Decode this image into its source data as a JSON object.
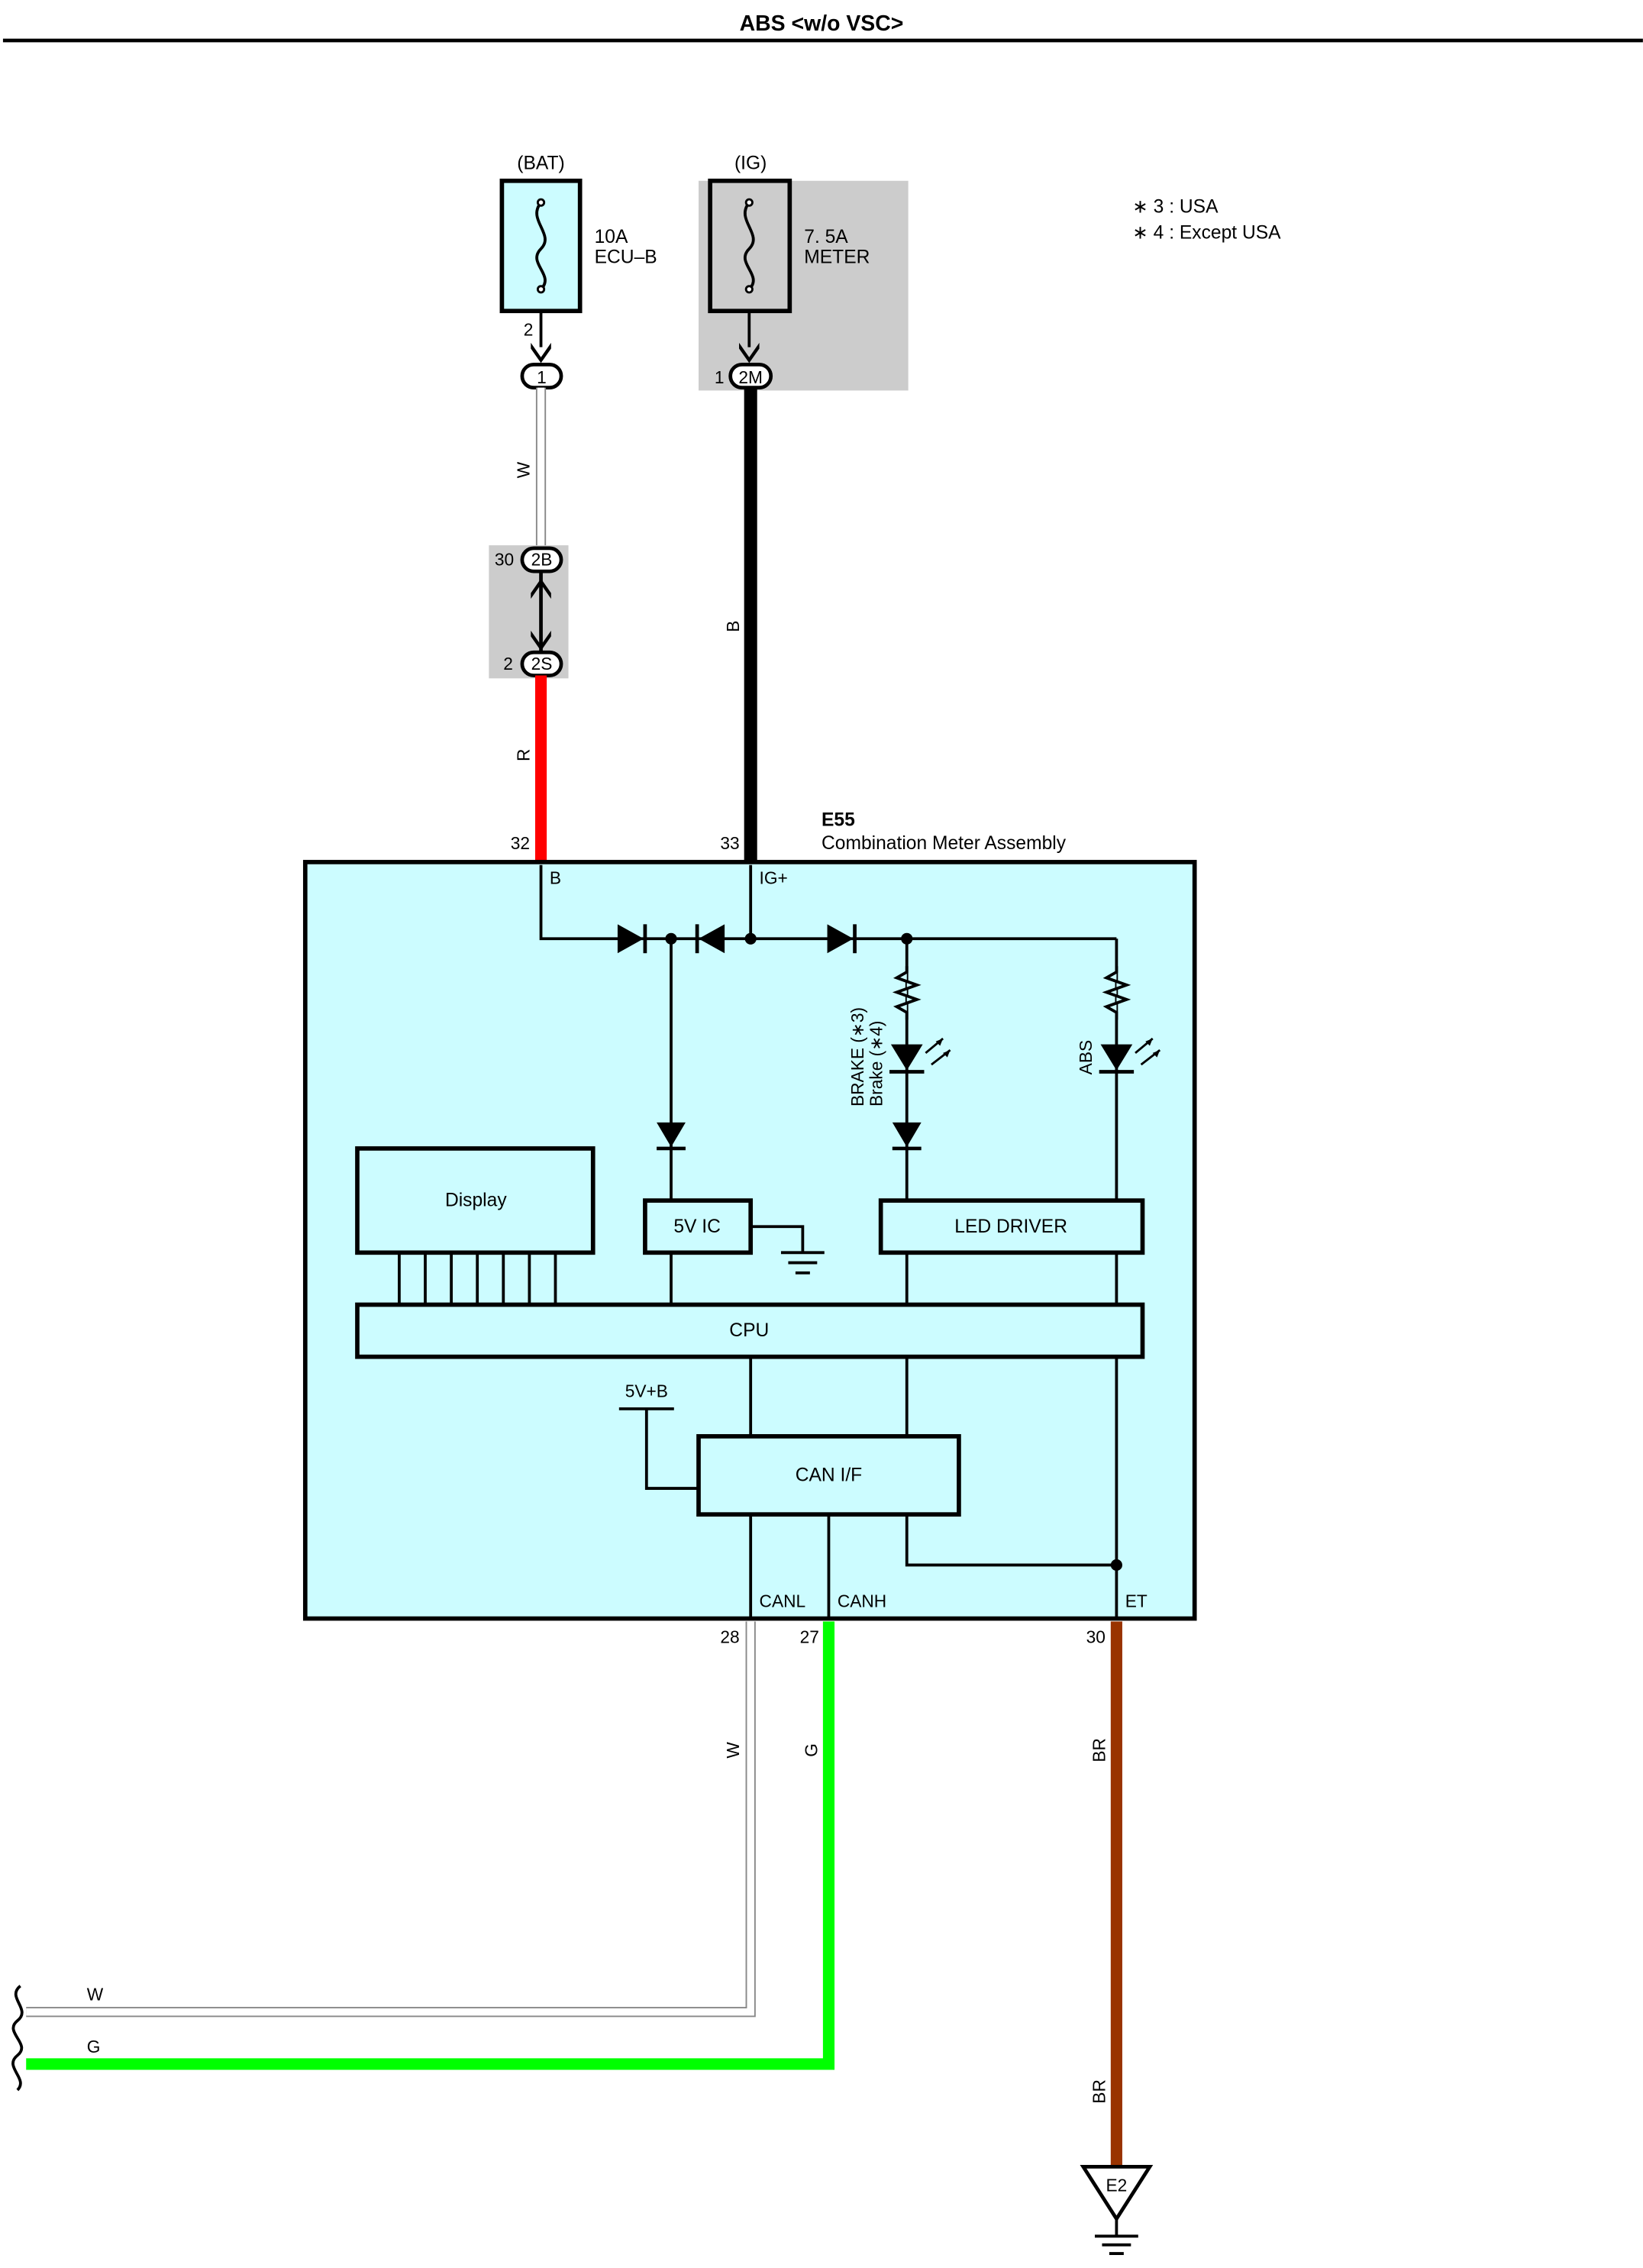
{
  "page": {
    "title": "ABS <w/o VSC>"
  },
  "notes": {
    "note1": "∗ 3 : USA",
    "note2": "∗ 4 : Except USA"
  },
  "fuses": {
    "bat": {
      "source": "(BAT)",
      "amp": "10A",
      "name": "ECU–B",
      "pin": "2",
      "connector": "1"
    },
    "ig": {
      "source": "(IG)",
      "amp": "7. 5A",
      "name": "METER",
      "pin": "1",
      "connector": "2M"
    }
  },
  "junction": {
    "upper_pin": "30",
    "upper_connector": "2B",
    "lower_pin": "2",
    "lower_connector": "2S"
  },
  "wires": {
    "bat_upper": "W",
    "bat_lower": "R",
    "ig": "B",
    "canl": "W",
    "canh": "G",
    "et": "BR",
    "bus_w": "W",
    "bus_g": "G",
    "ground": "BR"
  },
  "assembly": {
    "id": "E55",
    "name": "Combination Meter Assembly",
    "pins": {
      "b": "32",
      "ig": "33",
      "canl": "28",
      "canh": "27",
      "et": "30"
    },
    "terminals": {
      "b": "B",
      "ig": "IG+",
      "canl": "CANL",
      "canh": "CANH",
      "et": "ET"
    },
    "blocks": {
      "display": "Display",
      "ic": "5V IC",
      "led_driver": "LED DRIVER",
      "cpu": "CPU",
      "can_if": "CAN I/F",
      "supply": "5V+B"
    },
    "leds": {
      "brake_line1": "BRAKE (∗3)",
      "brake_line2": "Brake (∗4)",
      "abs": "ABS"
    }
  },
  "ground_point": "E2",
  "colors": {
    "box_fill": "#ccfcff",
    "gray_area": "#cccccc",
    "wire_red": "#ff0000",
    "wire_black": "#000000",
    "wire_green": "#00ff00",
    "wire_brown": "#993300",
    "wire_white": "#ffffff"
  }
}
